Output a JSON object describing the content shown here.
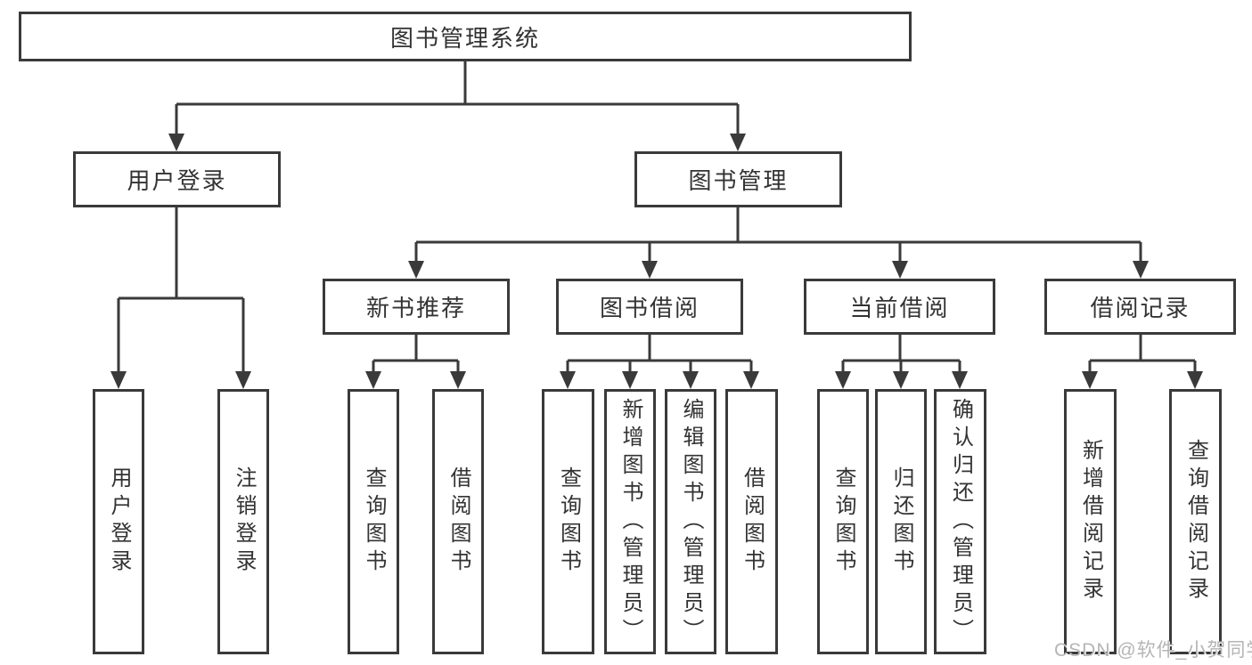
{
  "diagram": {
    "colors": {
      "line": "#3a3a3a",
      "text": "#333333",
      "background": "#ffffff",
      "watermark_text_color": "#b5b5b5"
    },
    "watermark": {
      "text": "CSDN @软件_小贺同学"
    },
    "tree": {
      "root": {
        "label": "图书管理系统",
        "children": [
          {
            "label": "用户登录",
            "children": [
              {
                "label": "用户登录"
              },
              {
                "label": "注销登录"
              }
            ]
          },
          {
            "label": "图书管理",
            "children": [
              {
                "label": "新书推荐",
                "children": [
                  {
                    "label": "查询图书"
                  },
                  {
                    "label": "借阅图书"
                  }
                ]
              },
              {
                "label": "图书借阅",
                "children": [
                  {
                    "label": "查询图书"
                  },
                  {
                    "label": "新增图书（管理员）"
                  },
                  {
                    "label": "编辑图书（管理员）"
                  },
                  {
                    "label": "借阅图书"
                  }
                ]
              },
              {
                "label": "当前借阅",
                "children": [
                  {
                    "label": "查询图书"
                  },
                  {
                    "label": "归还图书"
                  },
                  {
                    "label": "确认归还（管理员）"
                  }
                ]
              },
              {
                "label": "借阅记录",
                "children": [
                  {
                    "label": "新增借阅记录"
                  },
                  {
                    "label": "查询借阅记录"
                  }
                ]
              }
            ]
          }
        ]
      }
    }
  }
}
